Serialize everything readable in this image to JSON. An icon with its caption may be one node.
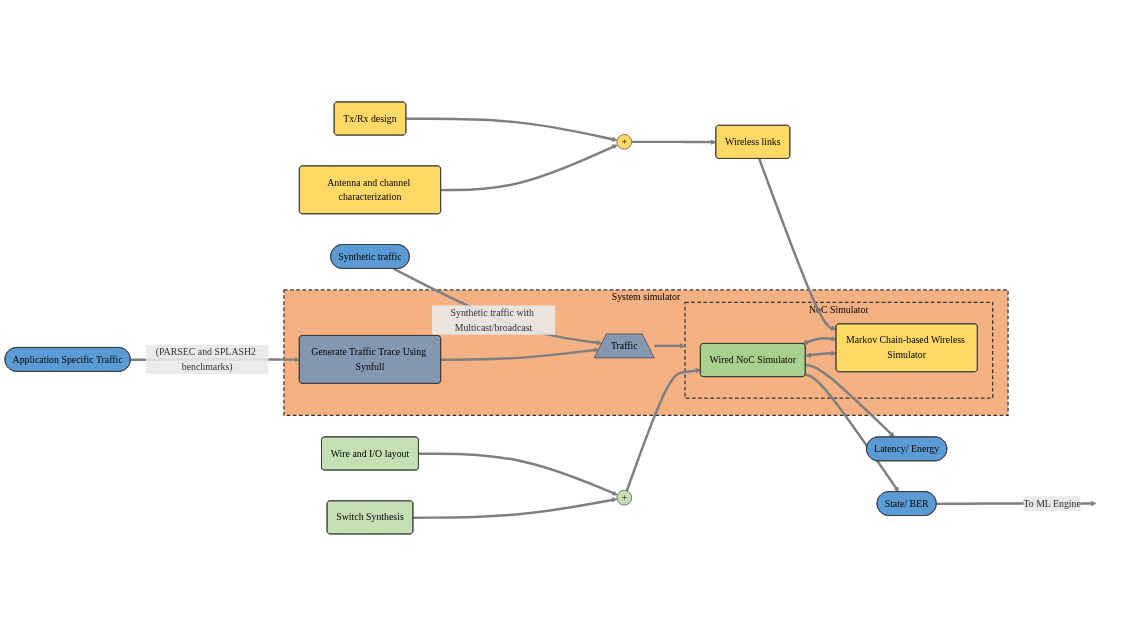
{
  "diagram": {
    "nodes": [
      {
        "text": [
          "Application Specific Traffic"
        ]
      },
      {
        "text": [
          "System simulator"
        ]
      },
      {
        "text": [
          "Generate Traffic Trace Using Synfull"
        ],
        "in": 1
      },
      {
        "text": [
          "Traffic"
        ],
        "in": 1
      },
      {
        "text": [
          "Synthetic traffic"
        ]
      },
      {
        "text": [
          "NoC Simulator"
        ],
        "in": 1
      },
      {
        "text": [
          "Wired NoC Simulator"
        ],
        "in": 5
      },
      {
        "text": [
          "Markov Chain-based Wireless Simulator"
        ],
        "in": 5
      },
      {
        "text": [
          "Latency/ Energy"
        ]
      },
      {
        "text": [
          "State/ BER"
        ]
      },
      {
        "text": [
          "Switch Synthesis"
        ]
      },
      {
        "text": [
          "Wire and I/O layout"
        ]
      },
      {
        "text": [
          "+"
        ]
      },
      {
        "text": [
          "Antenna and channel characterization"
        ]
      },
      {
        "text": [
          "+"
        ]
      },
      {
        "text": [
          "Tx/Rx design"
        ]
      },
      {
        "text": [
          "Wireless links"
        ]
      }
    ],
    "edges": [
      {
        "from": 0,
        "to": 2,
        "arrow": "to",
        "label": "(PARSEC and SPLASH2 benchmarks)"
      },
      {
        "from": 2,
        "to": 3,
        "arrow": "to"
      },
      {
        "from": 4,
        "to": 3,
        "arrow": "to",
        "label": "Synthetic traffic with Multicast/broadcast"
      },
      {
        "from": 3,
        "to": 5,
        "arrow": "to"
      },
      {
        "from": 10,
        "to": 12,
        "arrow": "to"
      },
      {
        "from": 11,
        "to": 12,
        "arrow": "to"
      },
      {
        "from": 12,
        "to": 6,
        "arrow": "to"
      },
      {
        "from": 6,
        "to": 7,
        "arrow": "both"
      },
      {
        "from": 6,
        "to": 7,
        "arrow": "both"
      },
      {
        "from": 6,
        "to": 8,
        "arrow": "to"
      },
      {
        "from": 6,
        "to": 9,
        "arrow": "to"
      },
      {
        "from": 13,
        "to": 14,
        "arrow": "to"
      },
      {
        "from": 15,
        "to": 14,
        "arrow": "to"
      },
      {
        "from": 14,
        "to": 16,
        "arrow": "to"
      },
      {
        "from": 16,
        "to": 7,
        "arrow": "to"
      },
      {
        "from": 9,
        "to": null,
        "arrow": "to",
        "label": "To ML Engine"
      }
    ]
  }
}
